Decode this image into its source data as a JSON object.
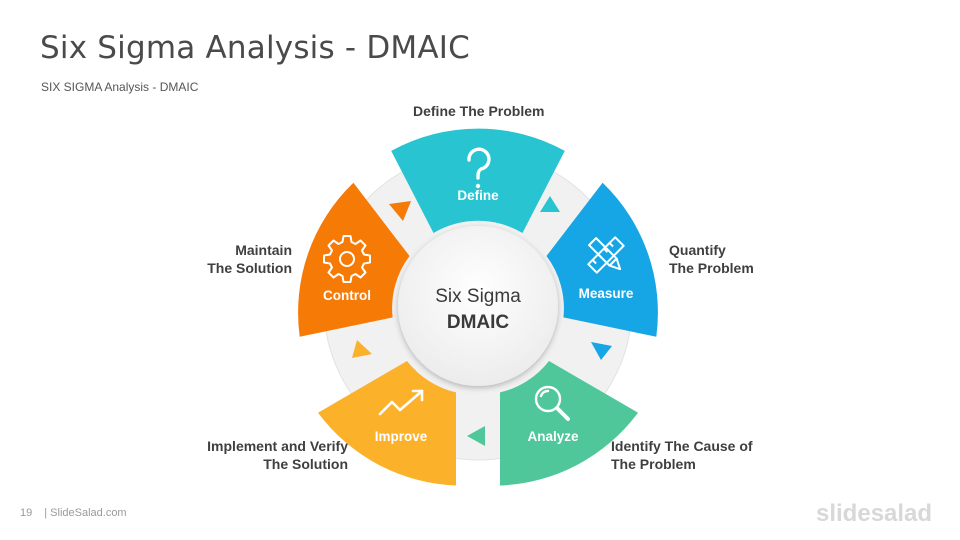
{
  "header": {
    "title": "Six Sigma Analysis - DMAIC",
    "subtitle": "SIX SIGMA Analysis - DMAIC"
  },
  "center": {
    "line1": "Six Sigma",
    "line2": "DMAIC"
  },
  "segments": [
    {
      "label": "Define",
      "color": "#29C4D1",
      "icon": "question-mark-icon",
      "caption": "Define The Problem"
    },
    {
      "label": "Measure",
      "color": "#16A6E6",
      "icon": "ruler-pencil-icon",
      "caption1": "Quantify",
      "caption2": "The Problem"
    },
    {
      "label": "Analyze",
      "color": "#4FC79B",
      "icon": "magnifier-icon",
      "caption1": "Identify The Cause of",
      "caption2": "The Problem"
    },
    {
      "label": "Improve",
      "color": "#FBB12A",
      "icon": "trend-arrow-icon",
      "caption1": "Implement and Verify",
      "caption2": "The Solution"
    },
    {
      "label": "Control",
      "color": "#F57A06",
      "icon": "gear-icon",
      "caption1": "Maintain",
      "caption2": "The Solution"
    }
  ],
  "footer": {
    "page": "19",
    "site": "| SlideSalad.com",
    "brand": "slidesalad"
  }
}
